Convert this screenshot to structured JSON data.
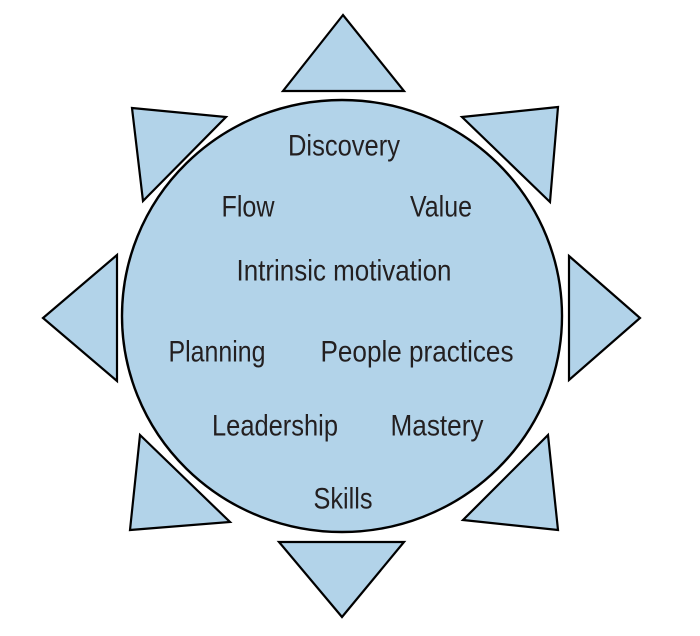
{
  "diagram": {
    "title": "Sun diagram of agile people-management themes",
    "labels": [
      {
        "text": "Discovery"
      },
      {
        "text": "Flow"
      },
      {
        "text": "Value"
      },
      {
        "text": "Intrinsic motivation"
      },
      {
        "text": "Planning"
      },
      {
        "text": "People practices"
      },
      {
        "text": "Leadership"
      },
      {
        "text": "Mastery"
      },
      {
        "text": "Skills"
      }
    ],
    "rays": [
      {
        "name": "top"
      },
      {
        "name": "top-right"
      },
      {
        "name": "right"
      },
      {
        "name": "bottom-right"
      },
      {
        "name": "bottom"
      },
      {
        "name": "bottom-left"
      },
      {
        "name": "left"
      },
      {
        "name": "top-left"
      }
    ],
    "colors": {
      "background": "#ffffff",
      "fill": "#b2d3e9",
      "stroke": "#000000",
      "text": "#231f20"
    }
  }
}
